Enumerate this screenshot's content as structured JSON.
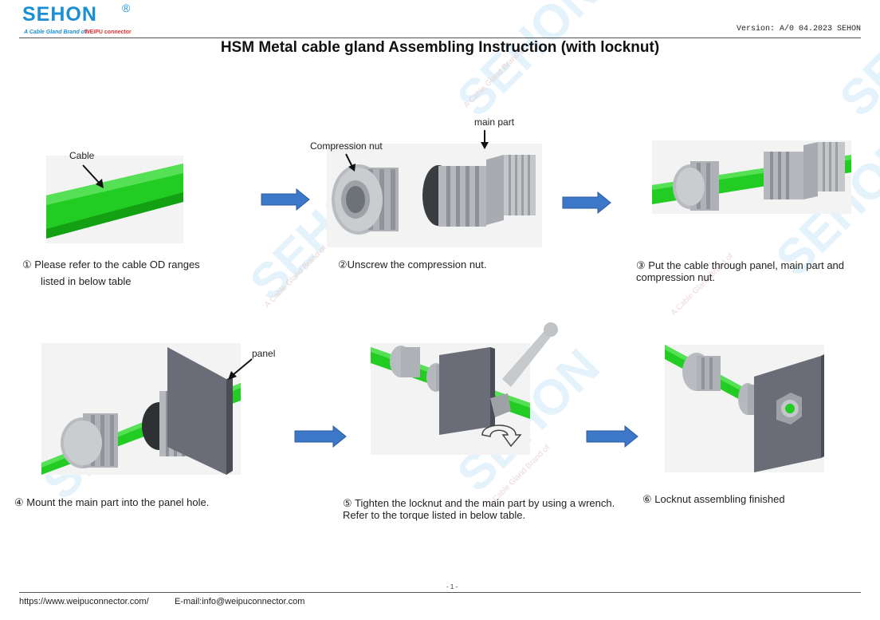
{
  "header": {
    "logo": "SEHON",
    "logo_reg": "®",
    "tagline": "A Cable Gland Brand of",
    "tagline_brand": "WEIPU connector",
    "version": "Version: A/0 04.2023 SEHON"
  },
  "title": "HSM Metal cable gland Assembling Instruction (with locknut)",
  "labels": {
    "cable": "Cable",
    "compression_nut": "Compression nut",
    "main_part": "main part",
    "panel": "panel"
  },
  "steps": [
    {
      "num": "①",
      "line1": "Please refer to the cable OD ranges",
      "line2": "listed in below table"
    },
    {
      "num": "②",
      "line1": "Unscrew the compression nut.",
      "line2": ""
    },
    {
      "num": "③",
      "line1": "Put the cable through panel, main part and",
      "line2": "compression nut."
    },
    {
      "num": "④",
      "line1": "Mount the main part into the panel hole.",
      "line2": ""
    },
    {
      "num": "⑤",
      "line1": "Tighten the locknut and the main part by using a wrench.",
      "line2": "Refer to the torque listed in below table."
    },
    {
      "num": "⑥",
      "line1": "Locknut assembling finished",
      "line2": ""
    }
  ],
  "footer": {
    "page": "- 1 -",
    "website": "https://www.weipuconnector.com/",
    "email": "E-mail:info@weipuconnector.com"
  },
  "colors": {
    "brand_blue": "#1a8fd6",
    "cable_green": "#22cc22",
    "arrow_blue": "#3d78c8",
    "panel_gray": "#6a6d78"
  }
}
